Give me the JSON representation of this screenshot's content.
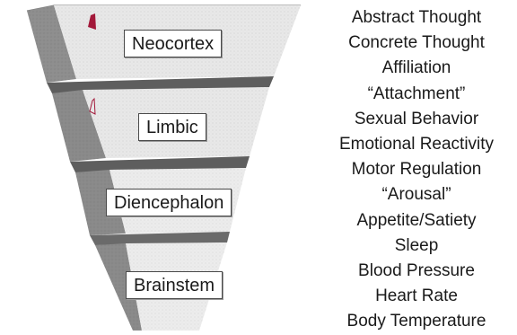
{
  "layers": [
    {
      "label": "Neocortex"
    },
    {
      "label": "Limbic"
    },
    {
      "label": "Diencephalon"
    },
    {
      "label": "Brainstem"
    }
  ],
  "functions": [
    "Abstract Thought",
    "Concrete Thought",
    "Affiliation",
    "“Attachment”",
    "Sexual Behavior",
    "Emotional Reactivity",
    "Motor Regulation",
    "“Arousal”",
    "Appetite/Satiety",
    "Sleep",
    "Blood Pressure",
    "Heart Rate",
    "Body Temperature"
  ],
  "colors": {
    "front_face": "#e6e6e6",
    "side_face": "#8c8c8c",
    "top_face": "#f2f2f2",
    "band": "#5e5e5e",
    "marker": "#a3193a"
  }
}
